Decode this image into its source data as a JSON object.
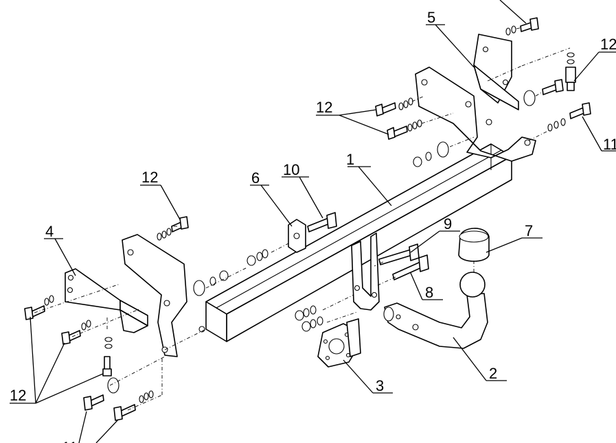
{
  "diagram": {
    "callouts": [
      {
        "id": "1",
        "label": "1"
      },
      {
        "id": "2",
        "label": "2"
      },
      {
        "id": "3",
        "label": "3"
      },
      {
        "id": "4",
        "label": "4"
      },
      {
        "id": "5",
        "label": "5"
      },
      {
        "id": "6",
        "label": "6"
      },
      {
        "id": "7",
        "label": "7"
      },
      {
        "id": "8",
        "label": "8"
      },
      {
        "id": "9",
        "label": "9"
      },
      {
        "id": "10",
        "label": "10"
      },
      {
        "id": "11",
        "label": "11"
      },
      {
        "id": "12",
        "label": "12"
      }
    ]
  },
  "colors": {
    "line": "#000000",
    "background": "#ffffff",
    "shade": "#d9d9d9"
  }
}
